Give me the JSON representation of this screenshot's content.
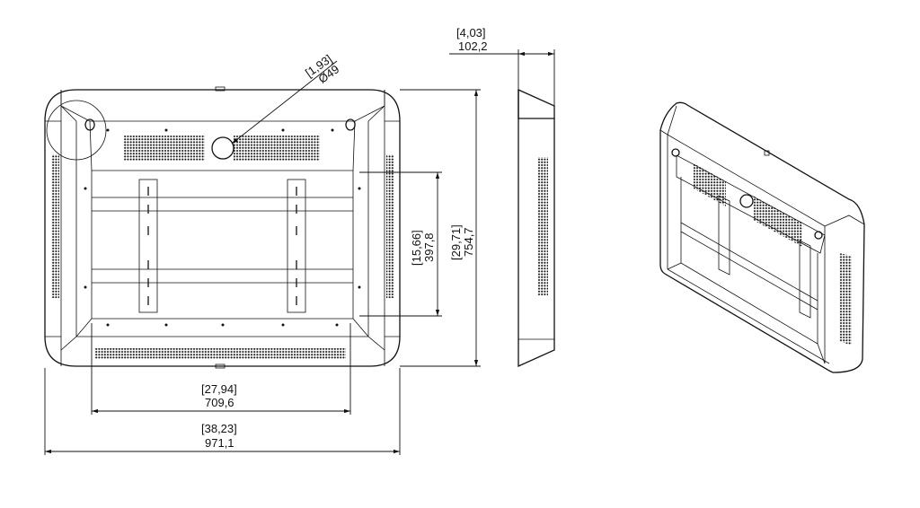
{
  "dimensions": {
    "depth": {
      "inch": "[4,03]",
      "mm": "102,2"
    },
    "hole": {
      "inch": "[1,93]",
      "mm": "Ø49"
    },
    "mount_height": {
      "inch": "[15,66]",
      "mm": "397,8"
    },
    "overall_height": {
      "inch": "[29,71]",
      "mm": "754,7"
    },
    "mount_width": {
      "inch": "[27,94]",
      "mm": "709,6"
    },
    "overall_width": {
      "inch": "[38,23]",
      "mm": "971,1"
    }
  },
  "colors": {
    "line": "#111111",
    "background": "#ffffff"
  }
}
